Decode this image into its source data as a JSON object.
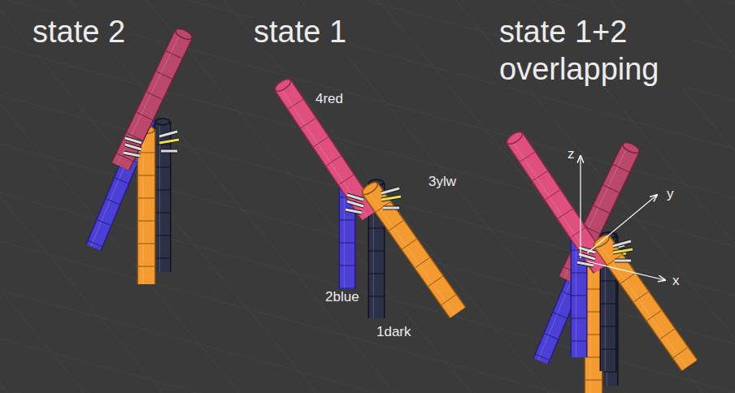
{
  "diagram": {
    "labels": [
      "state 2",
      "state 1",
      "state 1+2 overlapping",
      "4red",
      "3ylw",
      "2blue",
      "1dark",
      "z",
      "y",
      "x"
    ]
  }
}
